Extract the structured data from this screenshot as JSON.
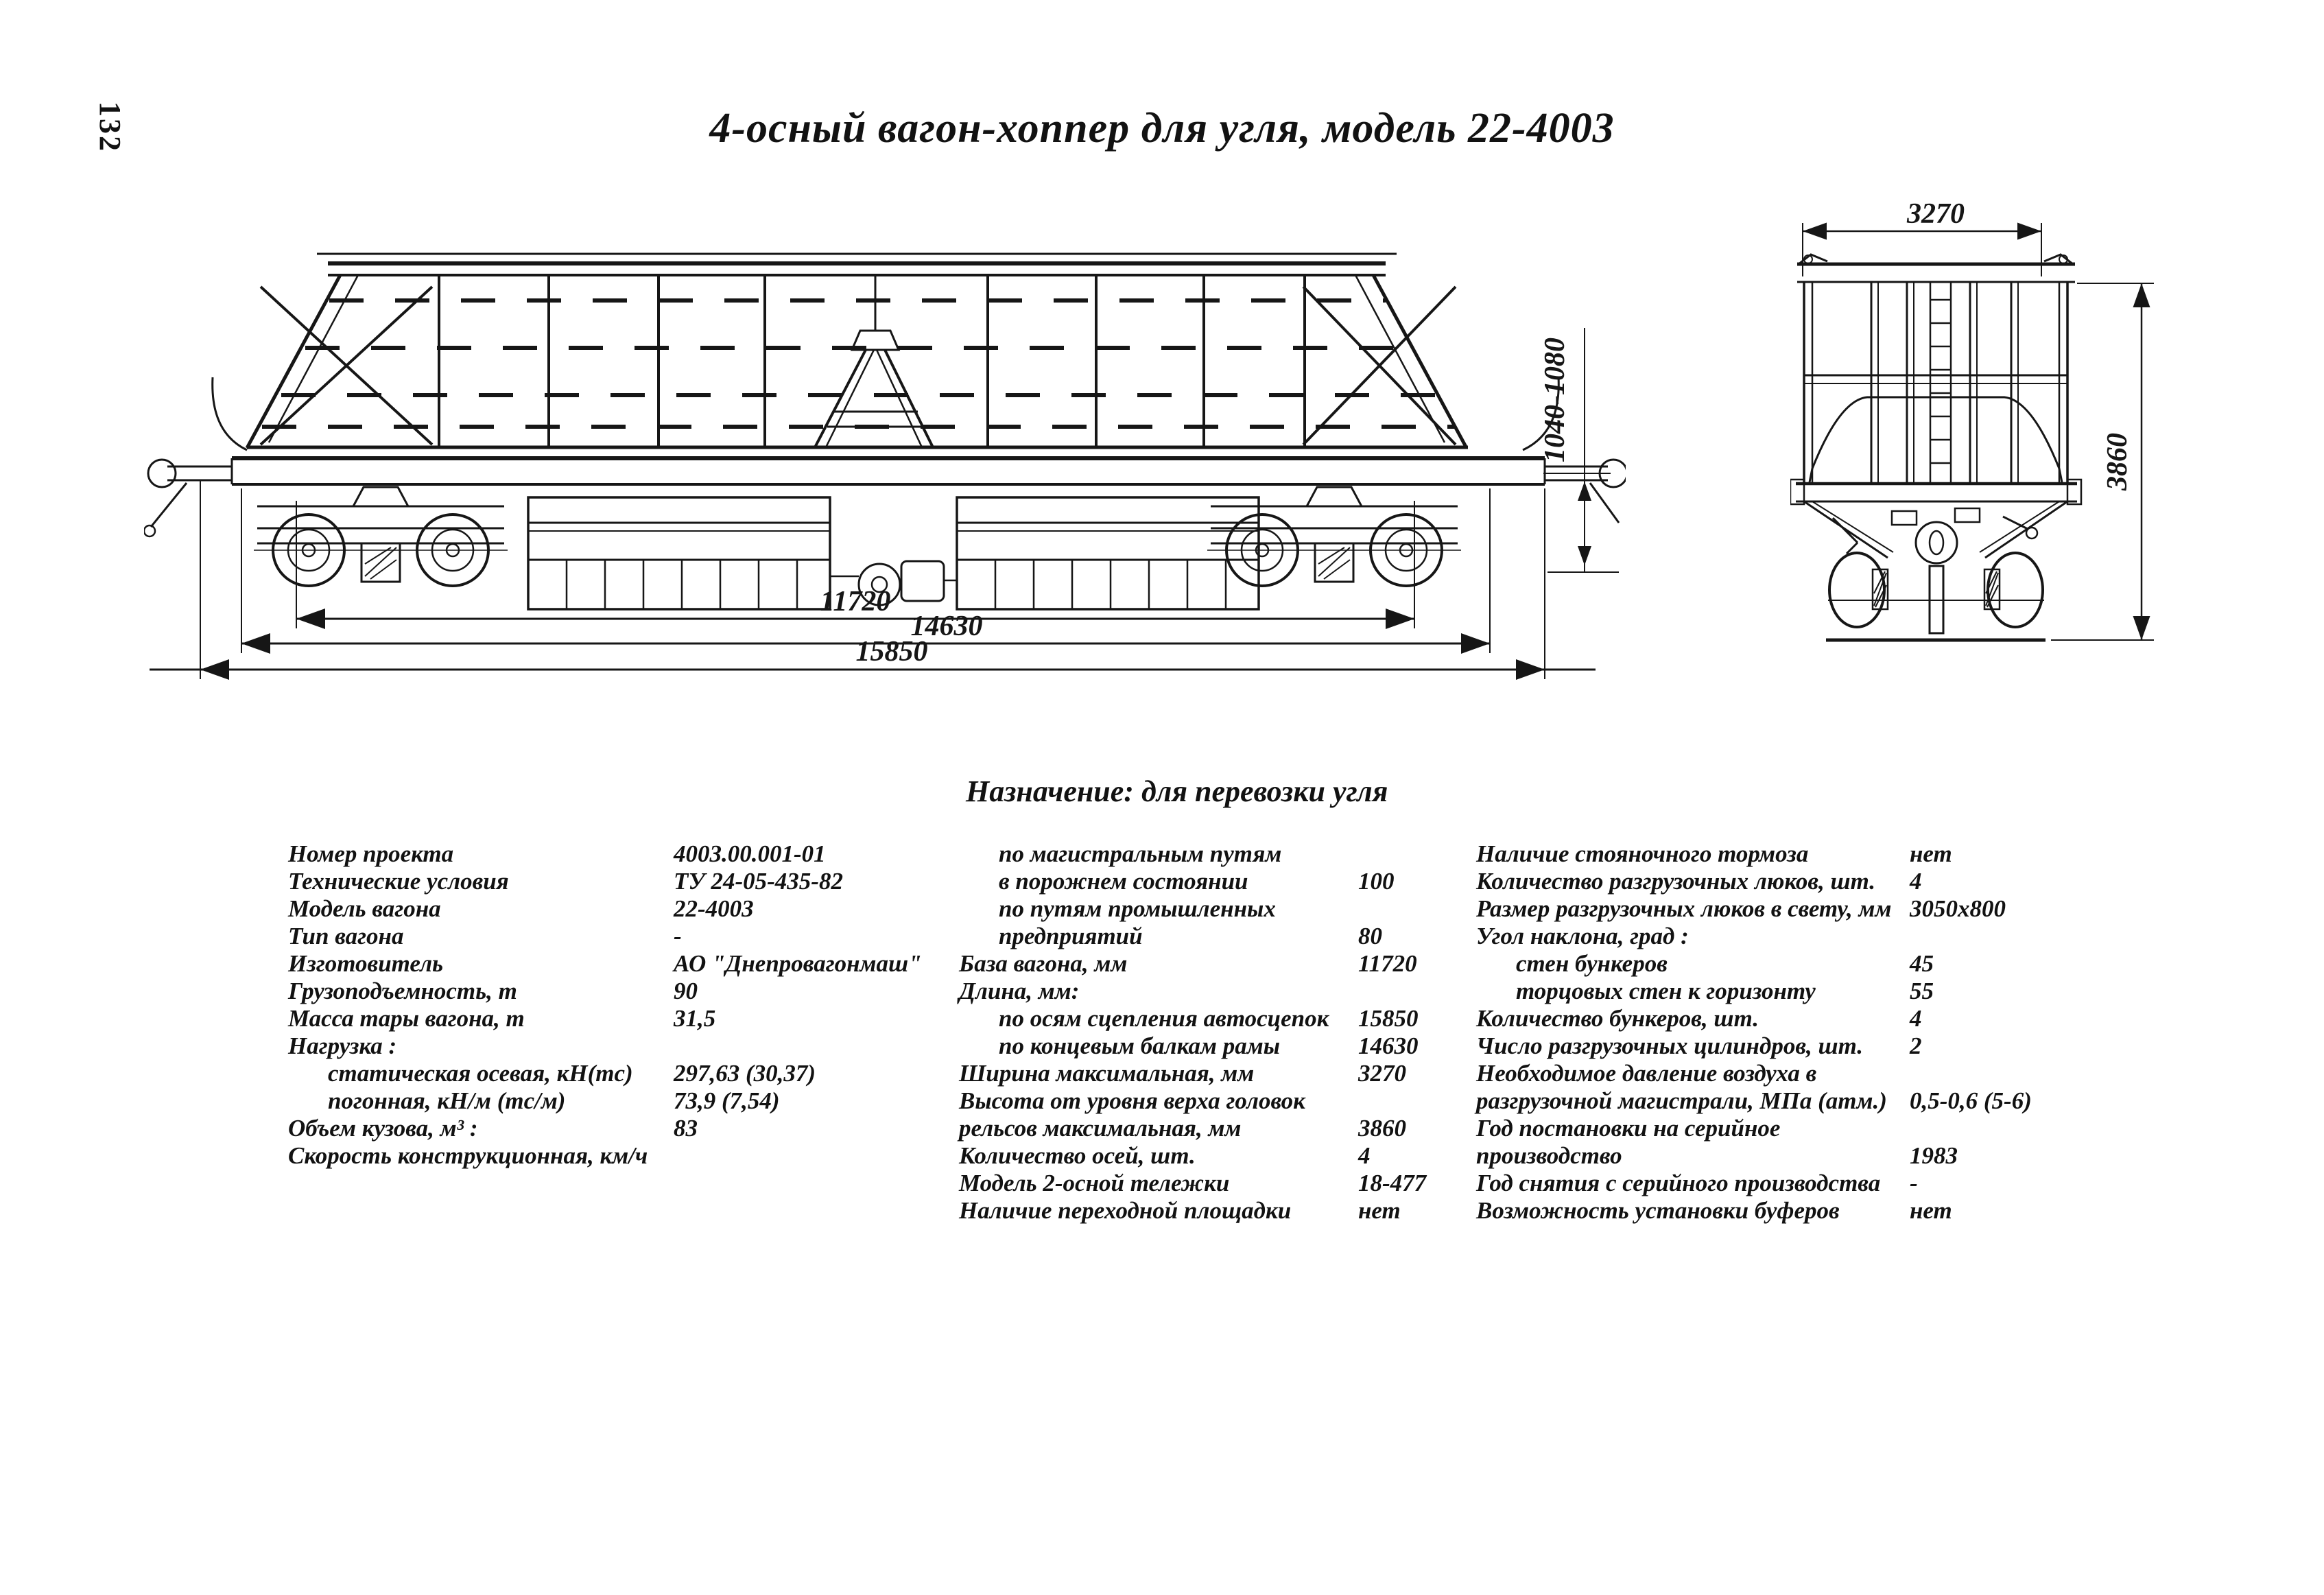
{
  "page": {
    "number": "132"
  },
  "title": "4-осный вагон-хоппер для угля, модель 22-4003",
  "purpose": "Назначение: для перевозки угля",
  "drawing": {
    "side_view": {
      "dim_base": "11720",
      "dim_end_beams": "14630",
      "dim_coupler_axes": "15850",
      "dim_coupler_height": "1040-1080"
    },
    "end_view": {
      "dim_width": "3270",
      "dim_height": "3860"
    }
  },
  "specs": {
    "col1": {
      "rows": [
        {
          "label": "Номер проекта",
          "value": "4003.00.001-01"
        },
        {
          "label": "Технические условия",
          "value": "ТУ 24-05-435-82"
        },
        {
          "label": "Модель вагона",
          "value": "22-4003"
        },
        {
          "label": "Тип вагона",
          "value": "-"
        },
        {
          "label": "Изготовитель",
          "value": "АО \"Днепровагонмаш\""
        },
        {
          "label": "Грузоподъемность, т",
          "value": "90"
        },
        {
          "label": "Масса тары вагона, т",
          "value": "31,5"
        },
        {
          "label": "Нагрузка :",
          "value": ""
        },
        {
          "label": "статическая осевая, кН(тс)",
          "value": "297,63 (30,37)",
          "indent": true
        },
        {
          "label": "погонная, кН/м (тс/м)",
          "value": "73,9 (7,54)",
          "indent": true
        },
        {
          "label": "Объем кузова, м³ :",
          "value": "83"
        },
        {
          "label": "Скорость конструкционная, км/ч",
          "value": ""
        }
      ]
    },
    "col2": {
      "rows": [
        {
          "label": "по магистральным путям",
          "value": "",
          "indent": true
        },
        {
          "label": "в порожнем состоянии",
          "value": "100",
          "indent": true
        },
        {
          "label": "по путям промышленных",
          "value": "",
          "indent": true
        },
        {
          "label": "предприятий",
          "value": "80",
          "indent": true
        },
        {
          "label": "База вагона, мм",
          "value": "11720"
        },
        {
          "label": "Длина, мм:",
          "value": ""
        },
        {
          "label": "по осям сцепления автосцепок",
          "value": "15850",
          "indent": true
        },
        {
          "label": "по концевым балкам рамы",
          "value": "14630",
          "indent": true
        },
        {
          "label": "Ширина максимальная, мм",
          "value": "3270"
        },
        {
          "label": "Высота от уровня верха головок",
          "value": ""
        },
        {
          "label": "рельсов максимальная, мм",
          "value": "3860"
        },
        {
          "label": "Количество осей, шт.",
          "value": "4"
        },
        {
          "label": "Модель 2-осной тележки",
          "value": "18-477"
        },
        {
          "label": "Наличие переходной площадки",
          "value": "нет"
        }
      ]
    },
    "col3": {
      "rows": [
        {
          "label": "Наличие стояночного тормоза",
          "value": "нет"
        },
        {
          "label": "Количество разгрузочных люков, шт.",
          "value": "4"
        },
        {
          "label": "Размер разгрузочных люков в свету, мм",
          "value": "3050x800"
        },
        {
          "label": "Угол наклона, град :",
          "value": ""
        },
        {
          "label": "стен бункеров",
          "value": "45",
          "indent": true
        },
        {
          "label": "торцовых стен к горизонту",
          "value": "55",
          "indent": true
        },
        {
          "label": "Количество бункеров, шт.",
          "value": "4"
        },
        {
          "label": "Число разгрузочных цилиндров, шт.",
          "value": "2"
        },
        {
          "label": "Необходимое давление воздуха в",
          "value": ""
        },
        {
          "label": "разгрузочной магистрали, МПа (атм.)",
          "value": "0,5-0,6 (5-6)"
        },
        {
          "label": "Год постановки на серийное",
          "value": ""
        },
        {
          "label": "производство",
          "value": "1983"
        },
        {
          "label": "Год снятия с серийного производства",
          "value": "-"
        },
        {
          "label": "Возможность установки буферов",
          "value": "нет"
        }
      ]
    }
  },
  "colors": {
    "ink": "#161616",
    "paper": "#ffffff"
  }
}
